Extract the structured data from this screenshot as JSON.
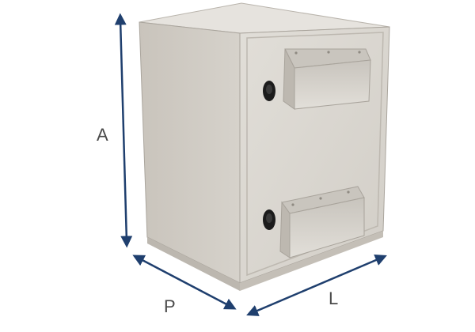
{
  "dimensions": {
    "height_label": "A",
    "depth_label": "P",
    "width_label": "L"
  },
  "colors": {
    "arrow": "#1f3f6e",
    "cabinet_side": "#cfcbc4",
    "cabinet_front": "#dcd9d3",
    "cabinet_top": "#e6e3de",
    "vent": "#d7d4ce",
    "latch": "#1c1c1c",
    "label_text": "#4a4a4a"
  },
  "icons": {
    "latch": "latch-icon",
    "vent": "vent-hood-icon"
  }
}
